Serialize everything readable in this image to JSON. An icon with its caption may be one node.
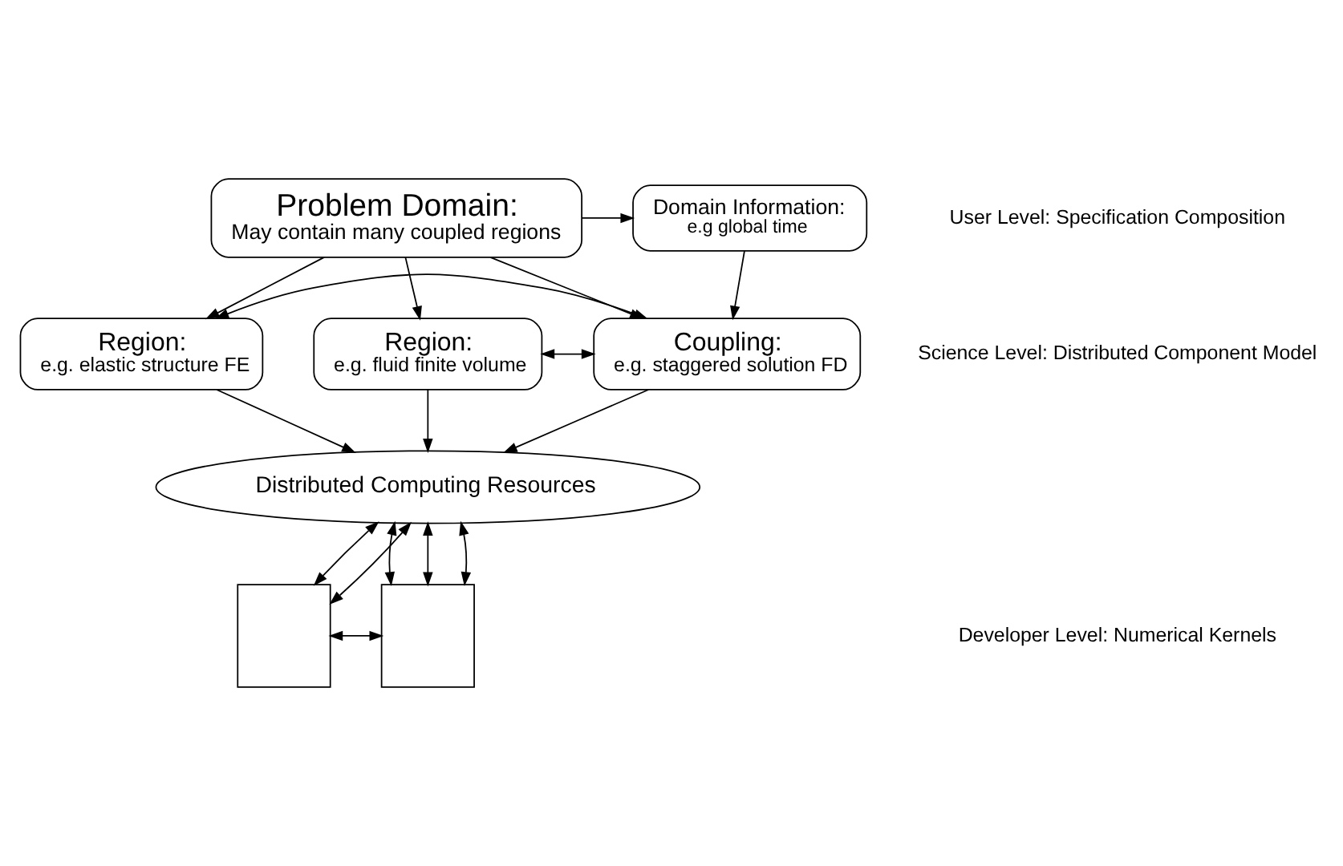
{
  "diagram": {
    "nodes": [
      {
        "text": [
          "Problem Domain:",
          "May contain many coupled regions"
        ]
      },
      {
        "text": [
          "Domain Information:",
          "e.g global time"
        ]
      },
      {
        "text": [
          "Region:",
          "e.g. elastic structure FE"
        ]
      },
      {
        "text": [
          "Coupling:",
          "e.g. staggered solution FD"
        ]
      },
      {
        "text": [
          "Region:",
          "e.g. fluid finite volume"
        ]
      },
      {
        "text": [
          "Distributed Computing Resources"
        ]
      },
      {
        "text": [],
        "shape": "box"
      },
      {
        "text": [],
        "shape": "box"
      }
    ],
    "edges": [
      {
        "from": 0,
        "to": 1,
        "arrow": "to"
      },
      {
        "from": 0,
        "to": 2,
        "arrow": "to"
      },
      {
        "from": 0,
        "to": 3,
        "arrow": "to"
      },
      {
        "from": 1,
        "to": 3,
        "arrow": "to"
      },
      {
        "from": 0,
        "to": 4,
        "arrow": "to"
      },
      {
        "from": 2,
        "to": 3,
        "arrow": "both"
      },
      {
        "from": 3,
        "to": 4,
        "arrow": "both"
      },
      {
        "from": 2,
        "to": 5,
        "arrow": "to"
      },
      {
        "from": 3,
        "to": 5,
        "arrow": "to"
      },
      {
        "from": 4,
        "to": 5,
        "arrow": "to"
      },
      {
        "from": 5,
        "to": 6,
        "arrow": "both"
      },
      {
        "from": 5,
        "to": 6,
        "arrow": "both"
      },
      {
        "from": 5,
        "to": 7,
        "arrow": "both"
      },
      {
        "from": 5,
        "to": 7,
        "arrow": "both"
      },
      {
        "from": 5,
        "to": 7,
        "arrow": "both"
      },
      {
        "from": 6,
        "to": 7,
        "arrow": "both"
      }
    ],
    "labels": [
      "User Level: Specification Composition",
      "Science Level: Distributed Component Model",
      "Developer Level: Numerical Kernels"
    ]
  }
}
